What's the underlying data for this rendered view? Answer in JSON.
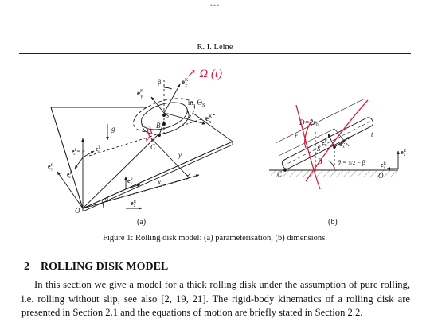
{
  "page": {
    "header": "R. I. Leine",
    "toolbar_dots": "•••"
  },
  "figure": {
    "caption": "Figure 1: Rolling disk model: (a) parameterisation, (b) dimensions.",
    "panel_a": {
      "sublabel": "(a)",
      "labels": {
        "beta": "β",
        "ez": "e",
        "ez_sup": "K",
        "ez_sub": "z",
        "ey": "e",
        "ey_sup": "K",
        "ey_sub": "y",
        "ex": "e",
        "ex_sup": "K",
        "ex_sub": "x",
        "mass": "m, Θ",
        "mass_sub": "S",
        "g": "g",
        "B": "B",
        "C": "C",
        "S": "S",
        "ezI": "e",
        "ezI_rest": " = e",
        "ezI_sup": "I",
        "ezI_sub": "z",
        "eyR": "e",
        "eyR_sup": "R",
        "eyR_sub": "y",
        "exR": "e",
        "exR_sup": "R",
        "exR_sub": "x",
        "ezR": "e",
        "ezR_sup": "R",
        "ezR_sub": "z",
        "exI": "e",
        "exI_sup": "I",
        "exI_sub": "x",
        "eyI": "e",
        "eyI_sup": "I",
        "eyI_sub": "y",
        "x": "x",
        "y": "y",
        "alpha": "α",
        "O": "O"
      },
      "annotation": "↗ Ω (t)",
      "annotation_hand": "ν a"
    },
    "panel_b": {
      "sublabel": "(b)",
      "labels": {
        "D": "D=2r",
        "D_sub": "0",
        "r": "r",
        "t": "t",
        "S": "S",
        "ez": "e",
        "ez_sup": "K",
        "ez_sub": "z",
        "ex": "e",
        "ex_sup": "K",
        "ex_sub": "x",
        "B": "B",
        "theta": "θ = ",
        "theta_frac": "π/2",
        "theta_rest": " − β",
        "C": "C",
        "O": "O",
        "ezR": "e",
        "ezR_sup": "R",
        "ezR_sub": "z",
        "eyR": "e",
        "eyR_sup": "R",
        "eyR_sub": "y"
      }
    }
  },
  "section": {
    "number": "2",
    "title": "ROLLING DISK MODEL"
  },
  "body": {
    "line1": "In this section we give a model for a thick rolling disk under the assumption of pure rolling,",
    "line2": "i.e. rolling without slip, see also [2, 19, 21].  The rigid-body kinematics of a rolling disk are",
    "line3": "presented in Section 2.1 and the equations of motion are briefly stated in Section 2.2."
  },
  "colors": {
    "ink": "#1a1a1a",
    "annotation": "#d81b3c"
  }
}
